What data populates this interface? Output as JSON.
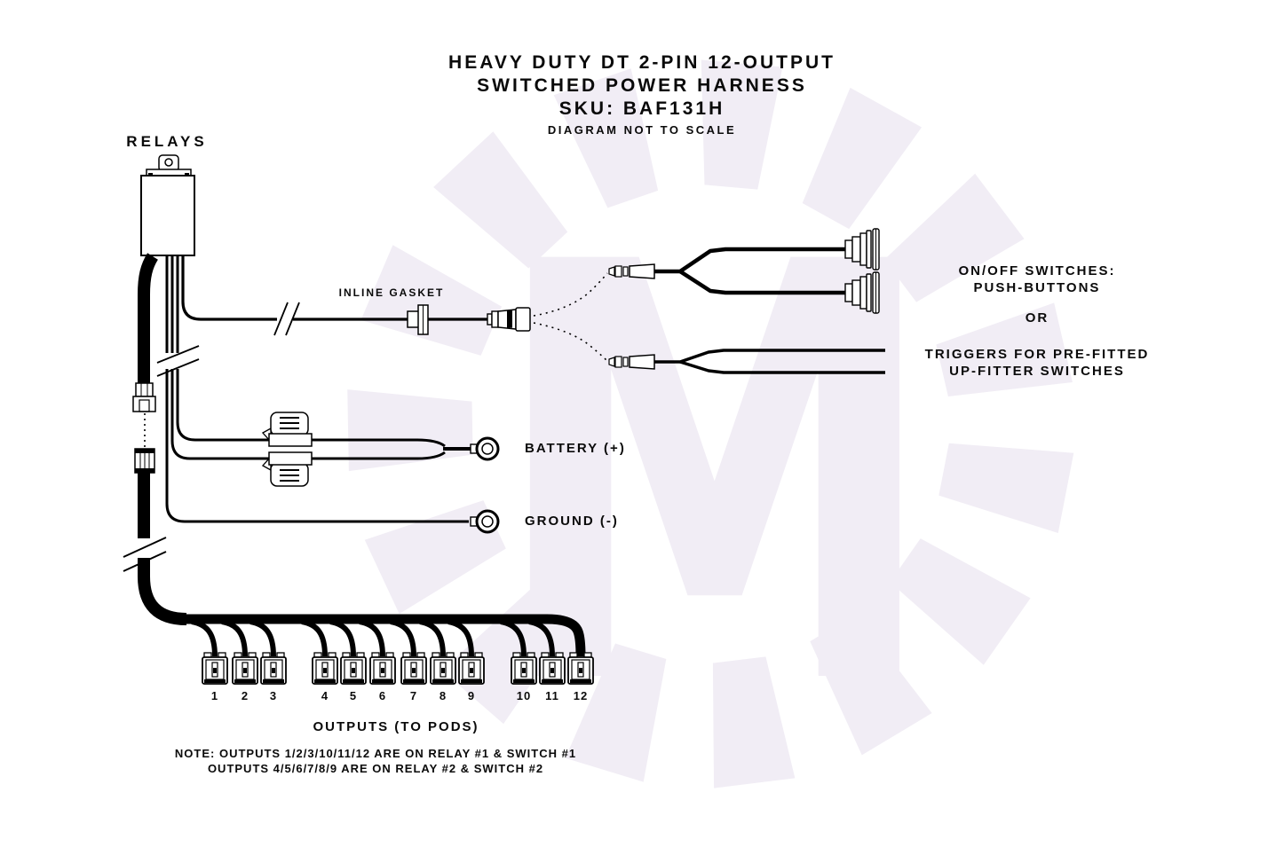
{
  "title": {
    "line1": "HEAVY DUTY DT 2-PIN 12-OUTPUT",
    "line2": "SWITCHED POWER HARNESS",
    "line3": "SKU: BAF131H",
    "line4": "DIAGRAM NOT TO SCALE"
  },
  "labels": {
    "relays": "RELAYS",
    "inline_gasket": "INLINE GASKET",
    "battery": "BATTERY (+)",
    "ground": "GROUND (-)",
    "switches_line1": "ON/OFF SWITCHES:",
    "switches_line2": "PUSH-BUTTONS",
    "or": "OR",
    "triggers_line1": "TRIGGERS FOR PRE-FITTED",
    "triggers_line2": "UP-FITTER SWITCHES",
    "outputs": "OUTPUTS (TO PODS)"
  },
  "outputs": {
    "numbers": [
      "1",
      "2",
      "3",
      "4",
      "5",
      "6",
      "7",
      "8",
      "9",
      "10",
      "11",
      "12"
    ]
  },
  "note": {
    "line1": "NOTE: OUTPUTS 1/2/3/10/11/12 ARE ON RELAY #1 & SWITCH #1",
    "line2": "OUTPUTS 4/5/6/7/8/9 ARE ON RELAY #2 & SWITCH #2"
  },
  "colors": {
    "wire": "#000000",
    "text": "#0a0a0a",
    "background": "#ffffff",
    "watermark": "#f1edf5"
  }
}
